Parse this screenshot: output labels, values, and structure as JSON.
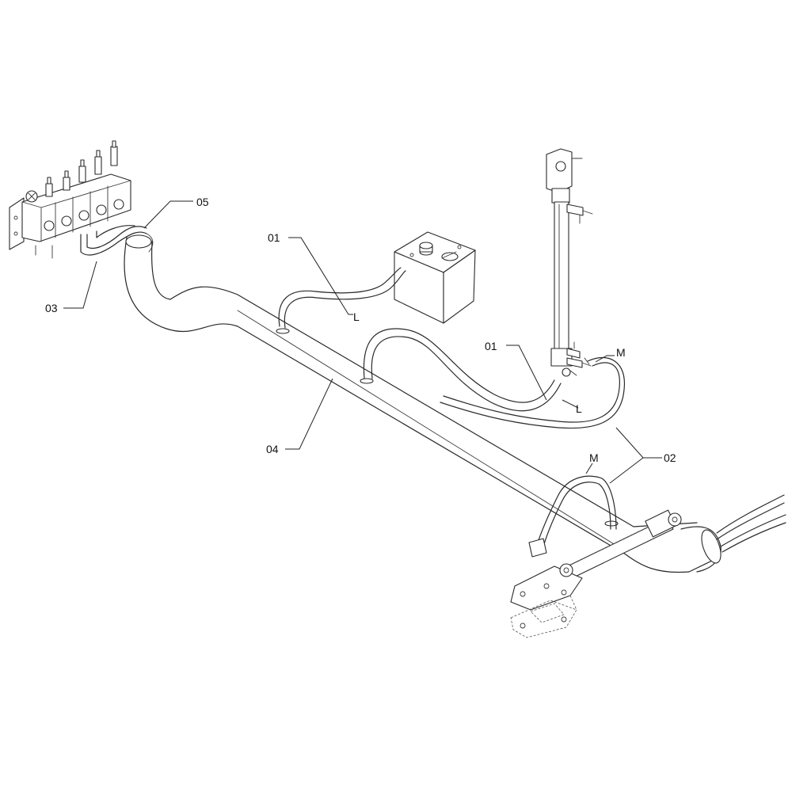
{
  "callouts": {
    "c05": "05",
    "c01a": "01",
    "c01b": "01",
    "c03": "03",
    "c04": "04",
    "c02": "02",
    "cLa": "L",
    "cLb": "L",
    "cMa": "M",
    "cMb": "M"
  },
  "colors": {
    "line": "#2a2a2a",
    "background": "#ffffff",
    "shade": "#d9d9d9"
  }
}
